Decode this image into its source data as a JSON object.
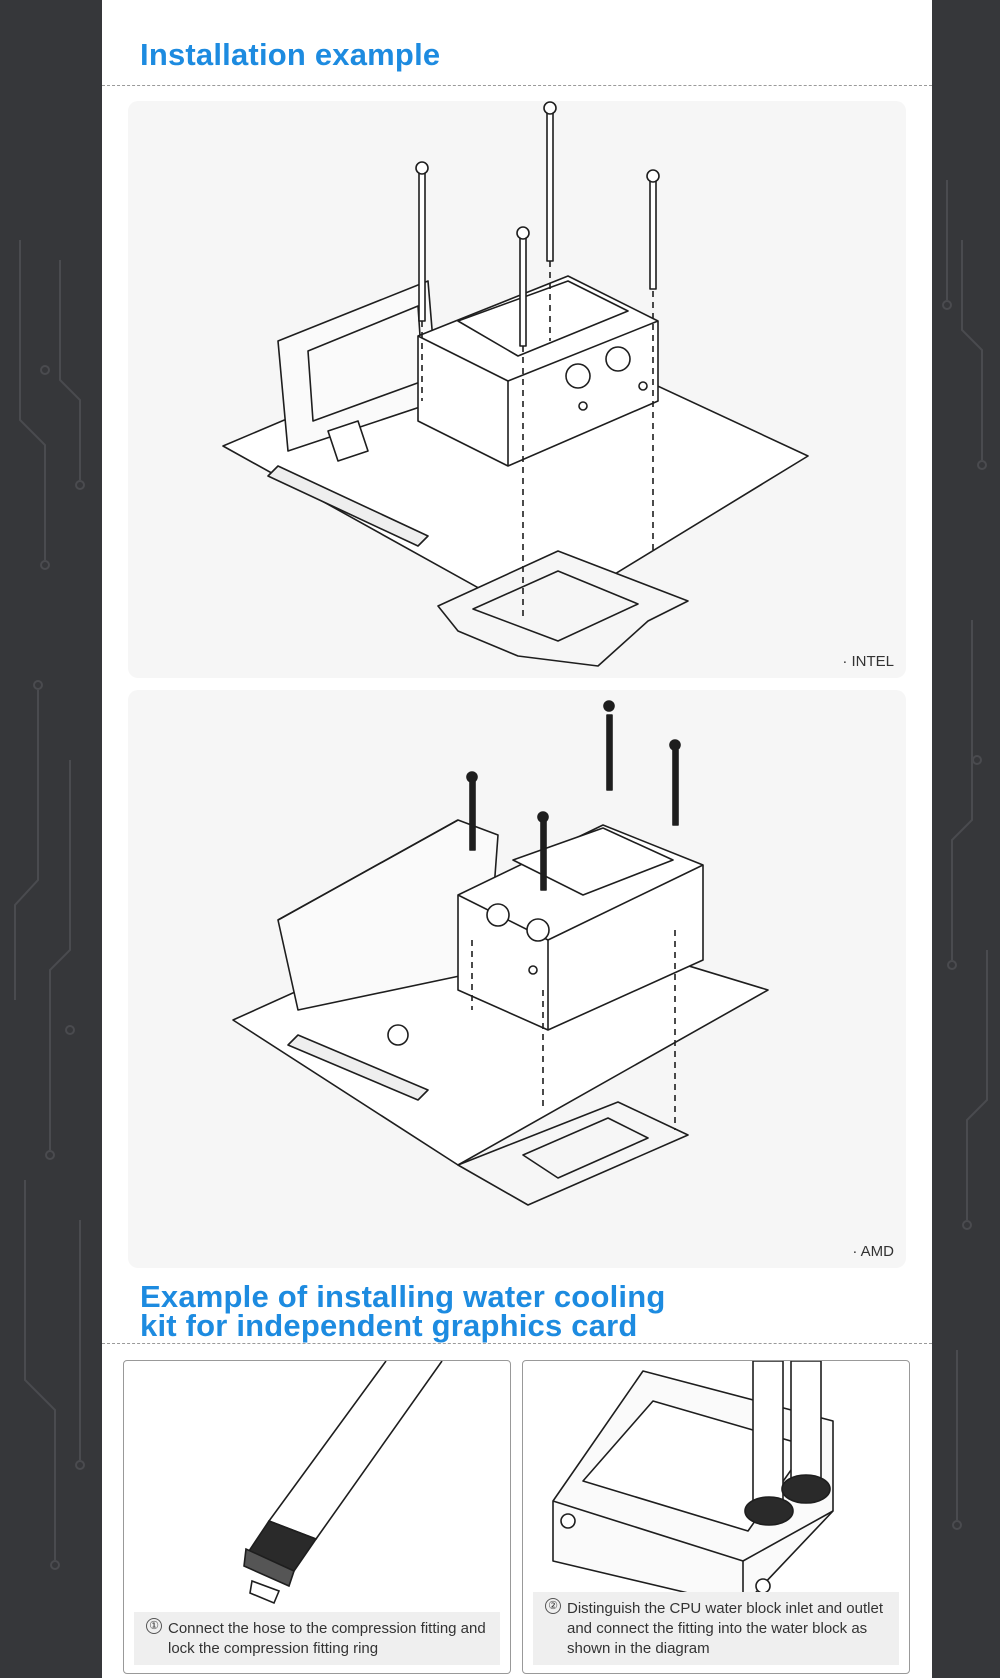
{
  "section1": {
    "title": "Installation example"
  },
  "panels": [
    {
      "label": "· INTEL"
    },
    {
      "label": "· AMD"
    }
  ],
  "section2": {
    "title_line1": "Example of installing water cooling",
    "title_line2": "kit for independent graphics card"
  },
  "steps": [
    {
      "number": "①",
      "text": "Connect the hose to the compression fitting and lock the compression fitting ring"
    },
    {
      "number": "②",
      "text": "Distinguish the CPU water block inlet and outlet and connect the fitting into the water block as shown in the diagram"
    }
  ],
  "colors": {
    "accent": "#1d8be0",
    "background": "#3a3b3e",
    "panel": "#f6f6f6"
  }
}
